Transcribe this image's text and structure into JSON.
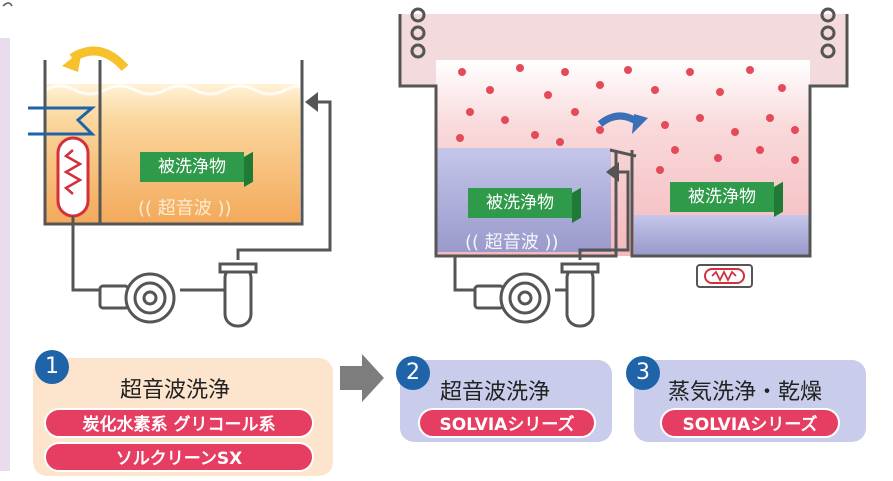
{
  "workpiece_label": "被洗浄物",
  "ultrasonic_label": "(( 超音波 ))",
  "steps": [
    {
      "number": "1",
      "title": "超音波洗浄",
      "pills": [
        "炭化水素系 グリコール系",
        "ソルクリーンSX"
      ]
    },
    {
      "number": "2",
      "title": "超音波洗浄",
      "pills": [
        "SOLVIAシリーズ"
      ]
    },
    {
      "number": "3",
      "title": "蒸気洗浄・乾燥",
      "pills": [
        "SOLVIAシリーズ"
      ]
    }
  ],
  "colors": {
    "step1_bg": "#fde4cc",
    "step23_bg": "#c9cdeb",
    "pill": "#e63d62",
    "number_circle": "#1f64a8",
    "tank1_liquid": "#f6b869",
    "tank2_liquid": "#9f9fcf",
    "vapor": "#f6c6c9",
    "workpiece": "#2e9a4a",
    "left_panel": "#e9dcee"
  }
}
